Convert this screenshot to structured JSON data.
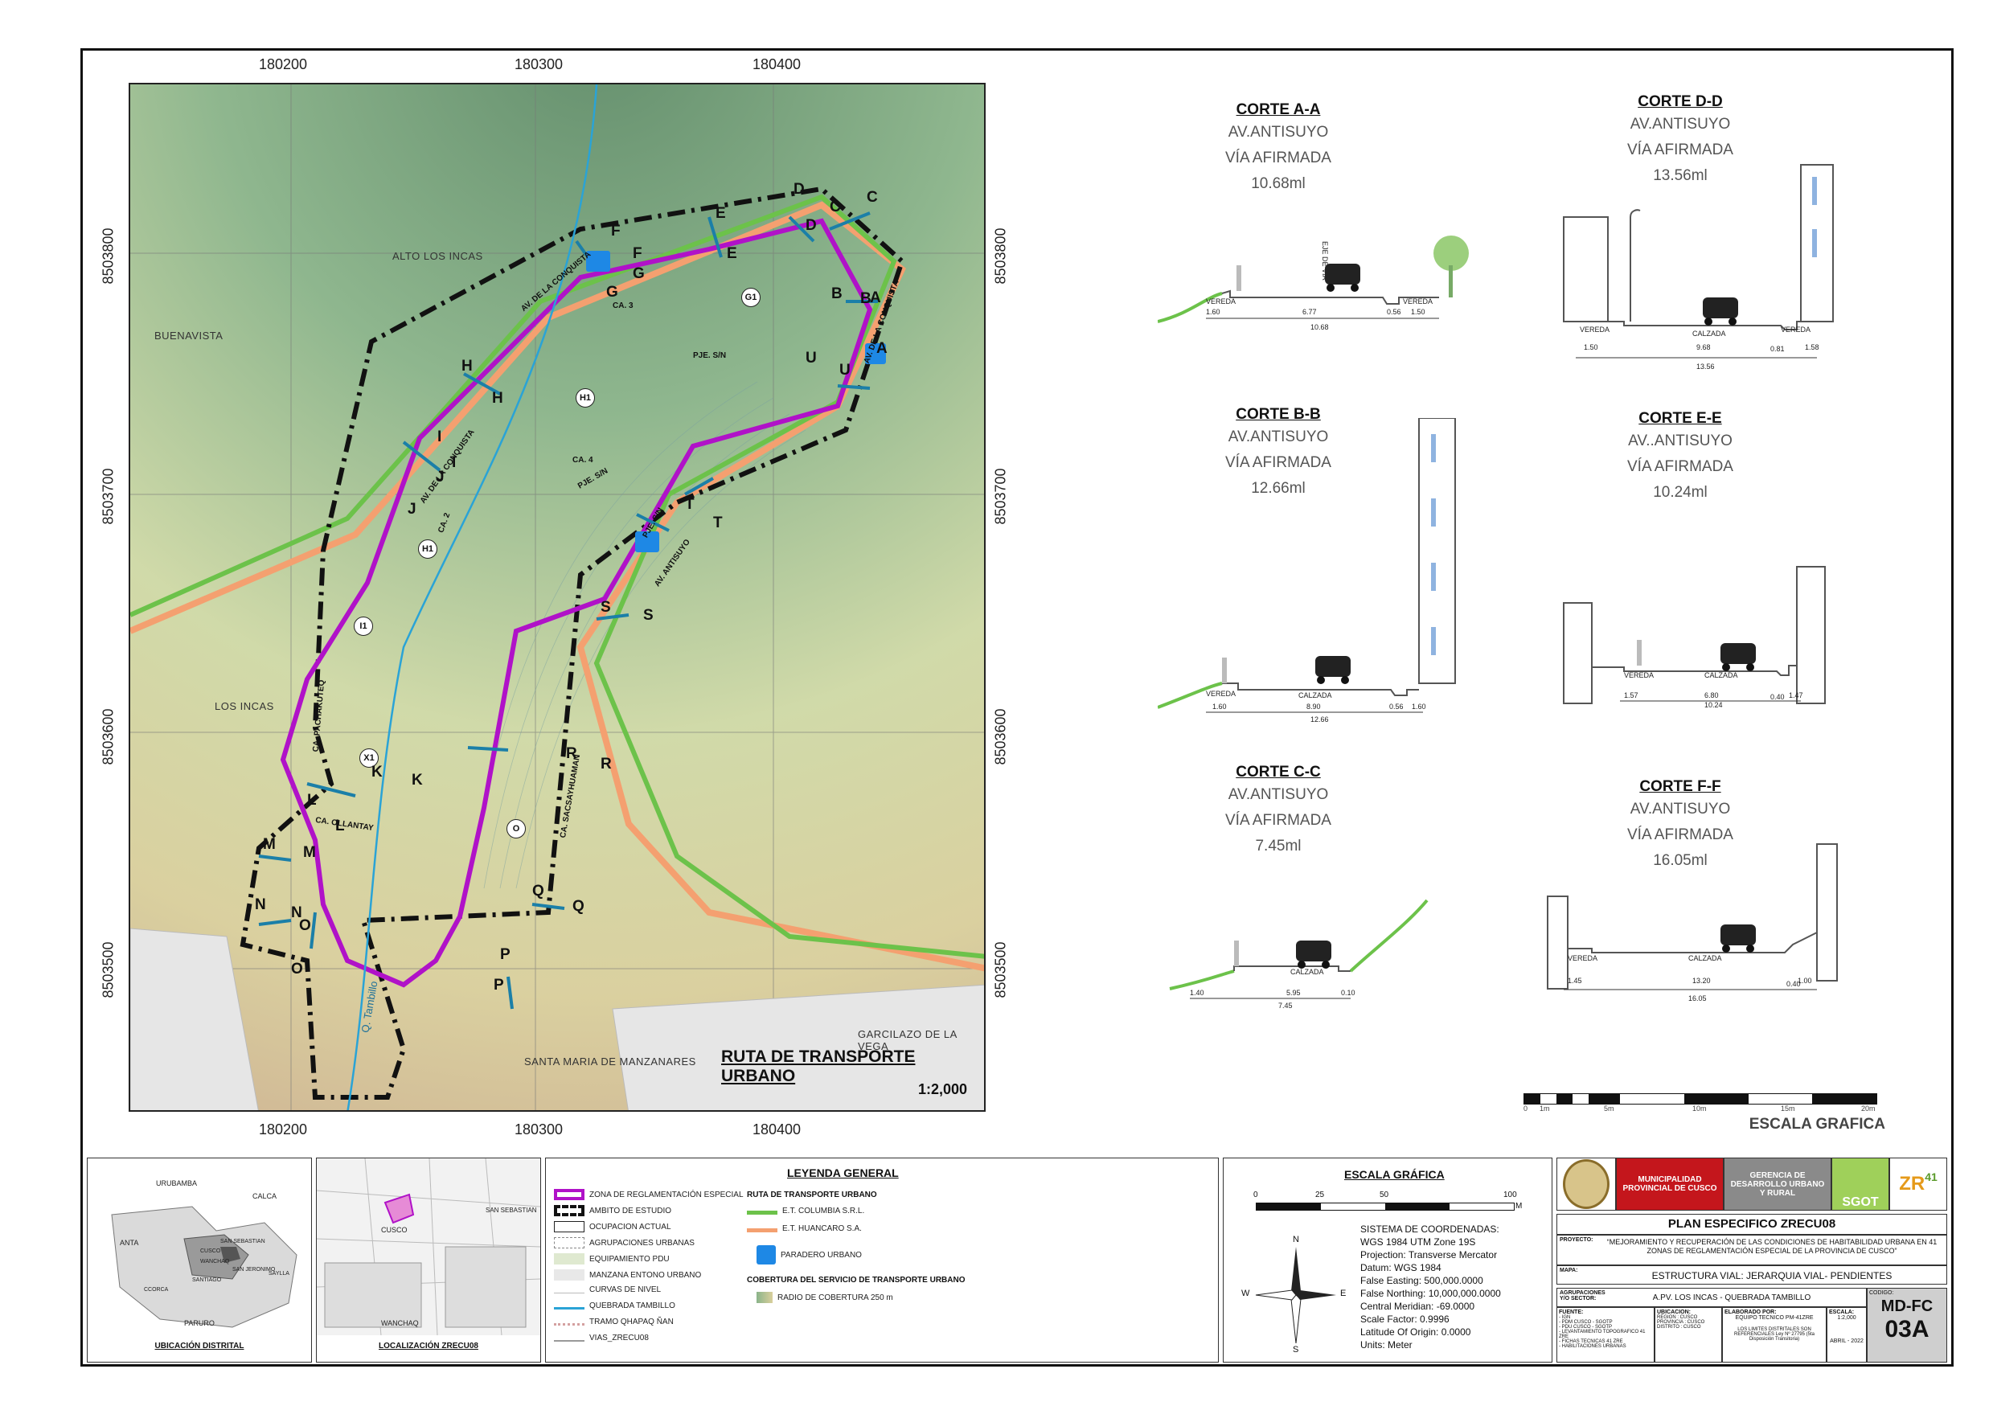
{
  "map": {
    "title": "RUTA DE TRANSPORTE URBANO",
    "scale": "1:2,000",
    "x_ticks": [
      "180200",
      "180300",
      "180400"
    ],
    "y_ticks": [
      "8503800",
      "8503700",
      "8503600",
      "8503500"
    ],
    "places": [
      "ALTO LOS INCAS",
      "BUENAVISTA",
      "LOS INCAS",
      "SANTA MARIA DE MANZANARES",
      "GARCILAZO DE LA VEGA"
    ],
    "streets": [
      "AV. DE LA CONQUISTA",
      "AV. DE LA CONQUISTA",
      "AV. DE LA CONQUISTA",
      "PJE. S/N",
      "PJE. S/N",
      "PJE. S/N",
      "CA. 3",
      "CA. 4",
      "CA. 2",
      "CA. PACHAKUTEQ",
      "CA. OLLANTAY",
      "CA. SACSAYHUAMAN",
      "AV. ANTISUYO",
      "Q. Tambillo"
    ],
    "lots": [
      "G1",
      "H1",
      "H1",
      "I1",
      "X1",
      "O"
    ],
    "sections": [
      "A",
      "A",
      "B",
      "B",
      "C",
      "C",
      "D",
      "D",
      "E",
      "E",
      "F",
      "F",
      "G",
      "G",
      "H",
      "H",
      "I",
      "I",
      "J",
      "J",
      "K",
      "K",
      "L",
      "L",
      "M",
      "M",
      "N",
      "N",
      "O",
      "O",
      "P",
      "P",
      "Q",
      "Q",
      "R",
      "R",
      "S",
      "S",
      "T",
      "T",
      "U",
      "U"
    ]
  },
  "cortes": [
    {
      "title": "CORTE A-A",
      "road": "AV.ANTISUYO",
      "type": "VÍA AFIRMADA",
      "width": "10.68ml",
      "dims": [
        "1.60",
        "6.77",
        "0.56",
        "1.50"
      ],
      "total": "10.68"
    },
    {
      "title": "CORTE D-D",
      "road": "AV.ANTISUYO",
      "type": "VÍA AFIRMADA",
      "width": "13.56ml",
      "dims": [
        "1.50",
        "9.68",
        "0.81",
        "1.58"
      ],
      "total": "13.56"
    },
    {
      "title": "CORTE B-B",
      "road": "AV.ANTISUYO",
      "type": "VÍA AFIRMADA",
      "width": "12.66ml",
      "dims": [
        "1.60",
        "8.90",
        "0.56",
        "1.60"
      ],
      "total": "12.66"
    },
    {
      "title": "CORTE E-E",
      "road": "AV..ANTISUYO",
      "type": "VÍA AFIRMADA",
      "width": "10.24ml",
      "dims": [
        "1.57",
        "6.80",
        "0.40",
        "1.47"
      ],
      "total": "10.24"
    },
    {
      "title": "CORTE C-C",
      "road": "AV.ANTISUYO",
      "type": "VÍA AFIRMADA",
      "width": "7.45ml",
      "dims": [
        "1.40",
        "5.95",
        "0.10"
      ],
      "total": "7.45"
    },
    {
      "title": "CORTE F-F",
      "road": "AV.ANTISUYO",
      "type": "VÍA AFIRMADA",
      "width": "16.05ml",
      "dims": [
        "1.45",
        "13.20",
        "0.40",
        "1.00"
      ],
      "total": "16.05"
    }
  ],
  "section_labels": {
    "vereda": "VEREDA",
    "calzada": "CALZADA",
    "eje": "EJE DE VIA"
  },
  "scale_bar": {
    "title": "ESCALA GRAFICA",
    "ticks": [
      "0",
      "1m",
      "5m",
      "10m",
      "15m",
      "20m"
    ]
  },
  "location": {
    "district_title": "UBICACIÓN DISTRITAL",
    "district_names": [
      "URUBAMBA",
      "CALCA",
      "ANTA",
      "PARURO",
      "CCORCA",
      "SANTIAGO",
      "SAN SEBASTIAN",
      "SAN JERONIMO",
      "SAYLLA",
      "CUSCO",
      "WANCHAQ"
    ],
    "zone_title": "LOCALIZACIÓN ZRECU08",
    "zone_names": [
      "CUSCO",
      "WANCHAQ",
      "SAN SEBASTIAN"
    ]
  },
  "legend": {
    "title": "LEYENDA GENERAL",
    "items": [
      {
        "label": "ZONA DE REGLAMENTACIÓN ESPECIAL",
        "color": "#b012c8"
      },
      {
        "label": "AMBITO DE ESTUDIO",
        "color": "#111111"
      },
      {
        "label": "OCUPACION ACTUAL",
        "color": "#222222"
      },
      {
        "label": "AGRUPACIONES URBANAS",
        "color": "#888888"
      },
      {
        "label": "EQUIPAMIENTO PDU",
        "color": "#dfe9d0"
      },
      {
        "label": "MANZANA ENTONO URBANO",
        "color": "#e8e8e8"
      },
      {
        "label": "CURVAS DE NIVEL",
        "color": "#bbbbbb"
      },
      {
        "label": "QUEBRADA TAMBILLO",
        "color": "#2aa3d6"
      },
      {
        "label": "TRAMO QHAPAQ ÑAN",
        "color": "#d4a0a0"
      },
      {
        "label": "VIAS_ZRECU08",
        "color": "#999999"
      }
    ],
    "route_title": "RUTA DE TRANSPORTE URBANO",
    "routes": [
      {
        "label": "E.T. COLUMBIA S.R.L.",
        "color": "#6cc24a"
      },
      {
        "label": "E.T. HUANCARO S.A.",
        "color": "#f4a070"
      }
    ],
    "stop_label": "PARADERO URBANO",
    "coverage_title": "COBERTURA DEL SERVICIO DE TRANSPORTE URBANO",
    "coverage_label": "RADIO DE COBERTURA 250 m"
  },
  "graphic_scale": {
    "title": "ESCALA GRÁFICA",
    "ticks": [
      "0",
      "25",
      "50",
      "100"
    ],
    "unit": "M",
    "coords": [
      "SISTEMA DE COORDENADAS:",
      "WGS 1984 UTM Zone 19S",
      "Projection: Transverse Mercator",
      "Datum: WGS 1984",
      "False Easting: 500,000.0000",
      "False Northing: 10,000,000.0000",
      "Central Meridian: -69.0000",
      "Scale Factor: 0.9996",
      "Latitude Of Origin: 0.0000",
      "Units: Meter"
    ],
    "compass": [
      "N",
      "S",
      "E",
      "W"
    ]
  },
  "title_block": {
    "org1": "MUNICIPALIDAD PROVINCIAL DE CUSCO",
    "org2": "GERENCIA DE DESARROLLO URBANO Y RURAL",
    "logo1": "SGOT",
    "logo2": "ZR",
    "logo2_num": "41",
    "plan_title": "PLAN ESPECIFICO ZRECU08",
    "proyecto_label": "PROYECTO:",
    "proyecto": "“MEJORAMIENTO Y RECUPERACIÓN DE LAS CONDICIONES DE HABITABILIDAD URBANA EN 41 ZONAS DE REGLAMENTACIÓN ESPECIAL DE LA PROVINCIA DE CUSCO”",
    "mapa_label": "MAPA:",
    "mapa": "ESTRUCTURA VIAL: JERARQUIA VIAL- PENDIENTES",
    "agrup_label": "AGRUPACIONES Y/O SECTOR:",
    "agrup": "A.PV. LOS INCAS - QUEBRADA TAMBILLO",
    "codigo_label": "CODIGO:",
    "codigo1": "MD-FC",
    "codigo2": "03A",
    "fuente_label": "FUENTE:",
    "fuente": [
      "- IGN",
      "- PDM CUSCO - SGOTP",
      "- PDU CUSCO - SGOTP",
      "- LEVANTAMIENTO TOPOGRAFICO 41 ZRE",
      "- FICHAS TECNICAS 41 ZRE",
      "- HABILITACIONES URBANAS"
    ],
    "ubicacion_label": "UBICACION:",
    "ubicacion": [
      "REGION : CUSCO",
      "PROVINCIA : CUSCO",
      "DISTRITO : CUSCO"
    ],
    "elaborado_label": "ELABORADO POR:",
    "elaborado": "EQUIPO TECNICO PM-41ZRE",
    "limites": "LOS LIMITES DISTRITALES SON REFERENCIALES Ley Nº 27795 (5ta Disposición Transitoria)",
    "escala_label": "ESCALA:",
    "escala": "1:2,000",
    "fecha": "ABRIL - 2022"
  }
}
